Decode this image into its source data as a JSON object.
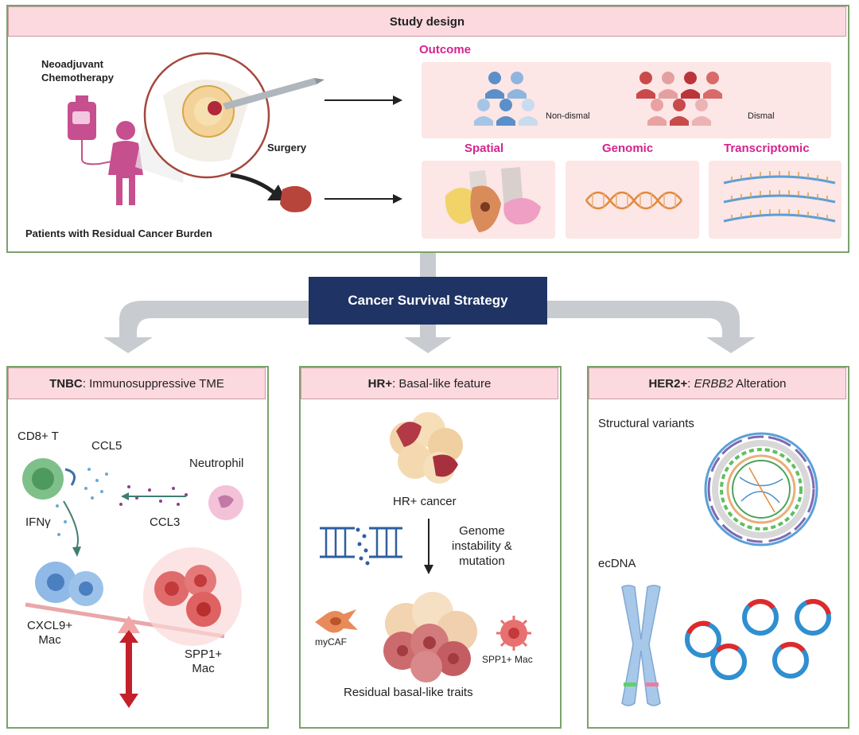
{
  "study": {
    "header": "Study design",
    "neoadjuvant": "Neoadjuvant\nChemotherapy",
    "surgery": "Surgery",
    "patients": "Patients with Residual Cancer Burden",
    "outcome_label": "Outcome",
    "non_dismal": "Non-dismal",
    "dismal": "Dismal",
    "spatial": "Spatial",
    "genomic": "Genomic",
    "transcriptomic": "Transcriptomic"
  },
  "strategy": {
    "title": "Cancer Survival Strategy"
  },
  "tnbc": {
    "header_bold": "TNBC",
    "header_rest": ": Immunosuppressive TME",
    "cd8": "CD8+ T",
    "ccl5": "CCL5",
    "neutrophil": "Neutrophil",
    "ifng": "IFNγ",
    "ccl3": "CCL3",
    "cxcl9_line1": "CXCL9+",
    "cxcl9_line2": "Mac",
    "spp1_line1": "SPP1+",
    "spp1_line2": "Mac"
  },
  "hr": {
    "header_bold": "HR+",
    "header_rest": ": Basal-like feature",
    "cancer": "HR+ cancer",
    "genome_line1": "Genome",
    "genome_line2": "instability &",
    "genome_line3": "mutation",
    "mycaf": "myCAF",
    "spp1": "SPP1+ Mac",
    "residual": "Residual basal-like traits"
  },
  "her2": {
    "header_bold": "HER2+",
    "header_rest_prefix": ": ",
    "header_italic": "ERBB2",
    "header_rest_suffix": " Alteration",
    "structural": "Structural variants",
    "ecdna": "ecDNA"
  },
  "colors": {
    "panel_border": "#7aa36a",
    "header_fill": "#fbd9df",
    "strategy_fill": "#1f3464",
    "accent_magenta": "#d6238f",
    "non_dismal_blue": "#5b8fc9",
    "dismal_red": "#c94a4a"
  }
}
